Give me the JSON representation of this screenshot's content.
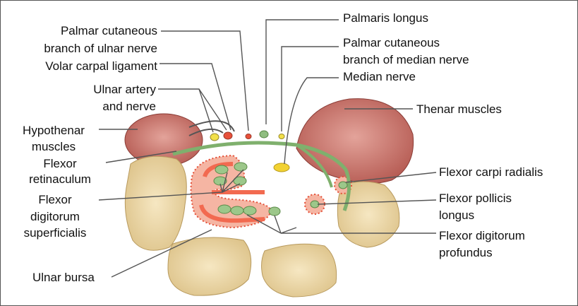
{
  "labels": {
    "palmaris_longus": "Palmaris longus",
    "palmar_cutaneous_ulnar_1": "Palmar cutaneous",
    "palmar_cutaneous_ulnar_2": "branch of ulnar nerve",
    "palmar_cutaneous_median_1": "Palmar cutaneous",
    "palmar_cutaneous_median_2": "branch of median nerve",
    "volar_carpal_ligament": "Volar carpal ligament",
    "median_nerve": "Median nerve",
    "ulnar_artery_1": "Ulnar artery",
    "ulnar_artery_2": "and nerve",
    "thenar_muscles": "Thenar muscles",
    "hypothenar_1": "Hypothenar",
    "hypothenar_2": "muscles",
    "flexor_retinaculum_1": "Flexor",
    "flexor_retinaculum_2": "retinaculum",
    "flexor_carpi_radialis": "Flexor carpi radialis",
    "fds_1": "Flexor",
    "fds_2": "digitorum",
    "fds_3": "superficialis",
    "fpl_1": "Flexor pollicis",
    "fpl_2": "longus",
    "fdp_1": "Flexor digitorum",
    "fdp_2": "profundus",
    "ulnar_bursa": "Ulnar bursa"
  },
  "colors": {
    "muscle": "#c8706a",
    "bone": "#ecd8a8",
    "tendon": "#8fbd80",
    "bursa": "#f2735a",
    "nerve": "#f0d23a",
    "artery": "#e8503a",
    "leader": "#555555"
  }
}
